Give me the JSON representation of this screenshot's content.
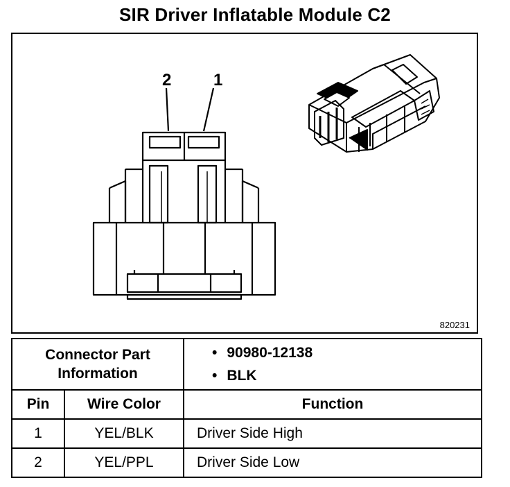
{
  "title": "SIR Driver Inflatable Module C2",
  "diagram": {
    "pin_labels": [
      "2",
      "1"
    ],
    "ref_code": "820231",
    "icons": [
      "connector-front-view-icon",
      "connector-isometric-view-icon"
    ]
  },
  "connector_info": {
    "label_line1": "Connector Part",
    "label_line2": "Information",
    "part_number": "90980-12138",
    "color": "BLK"
  },
  "table": {
    "headers": {
      "pin": "Pin",
      "wire_color": "Wire Color",
      "function": "Function"
    },
    "rows": [
      {
        "pin": "1",
        "wire_color": "YEL/BLK",
        "function": "Driver Side High"
      },
      {
        "pin": "2",
        "wire_color": "YEL/PPL",
        "function": "Driver Side Low"
      }
    ]
  }
}
